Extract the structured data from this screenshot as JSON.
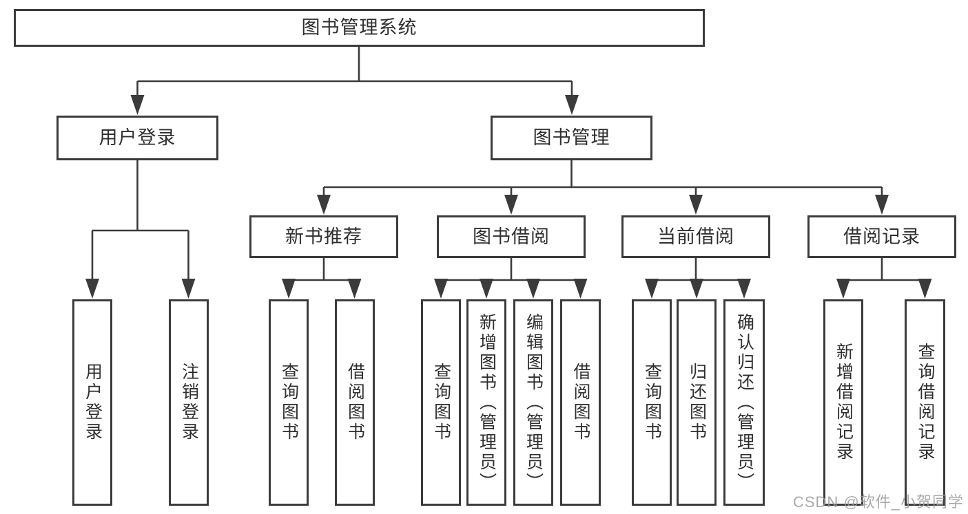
{
  "diagram": {
    "root": "图书管理系统",
    "branches": [
      {
        "label": "用户登录",
        "children": [
          "用户登录",
          "注销登录"
        ]
      },
      {
        "label": "图书管理",
        "sections": [
          {
            "label": "新书推荐",
            "children": [
              "查询图书",
              "借阅图书"
            ]
          },
          {
            "label": "图书借阅",
            "children": [
              "查询图书",
              "新增图书（管理员）",
              "编辑图书（管理员）",
              "借阅图书"
            ]
          },
          {
            "label": "当前借阅",
            "children": [
              "查询图书",
              "归还图书",
              "确认归还（管理员）"
            ]
          },
          {
            "label": "借阅记录",
            "children": [
              "新增借阅记录",
              "查询借阅记录"
            ]
          }
        ]
      }
    ]
  },
  "watermark": {
    "text": "CSDN @软件_小贺同学"
  },
  "colors": {
    "line": "#3b3b3b",
    "border": "#3b3b3b",
    "text": "#2f2f2f",
    "watermark": "#9b9b9b",
    "background": "#ffffff"
  }
}
